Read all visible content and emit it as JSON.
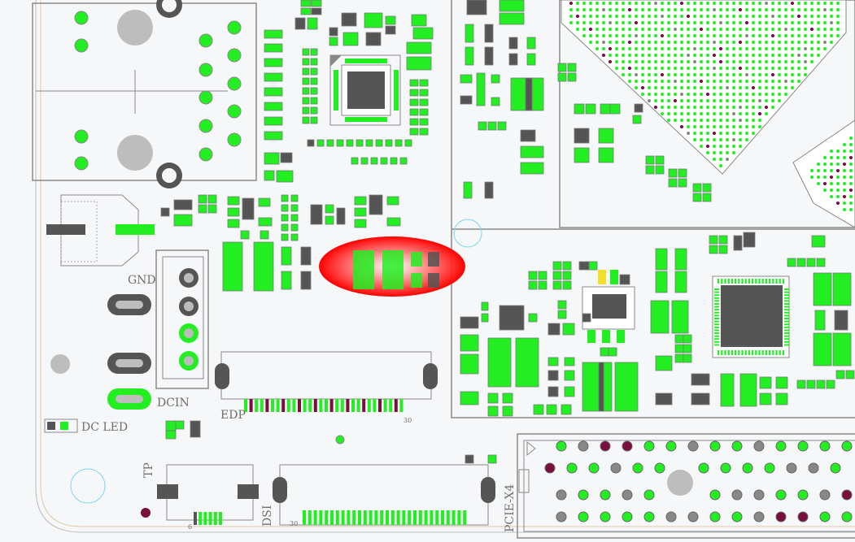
{
  "labels": {
    "gnd": "GND",
    "dcin": "DCIN",
    "dc_led": "DC LED",
    "edp": "EDP",
    "edp_pin": "30",
    "tp": "TP",
    "dsi": "DSI",
    "dsi_pin_left": "30",
    "dsi_pin_right": "6",
    "pcie": "PCIE-X4"
  },
  "colors": {
    "pad": "#22ee22",
    "component": "#555555",
    "outline": "#8a8a8a",
    "via_purple": "#7a0e3c",
    "highlight": "#ff0000",
    "background": "#f6f7f9"
  }
}
